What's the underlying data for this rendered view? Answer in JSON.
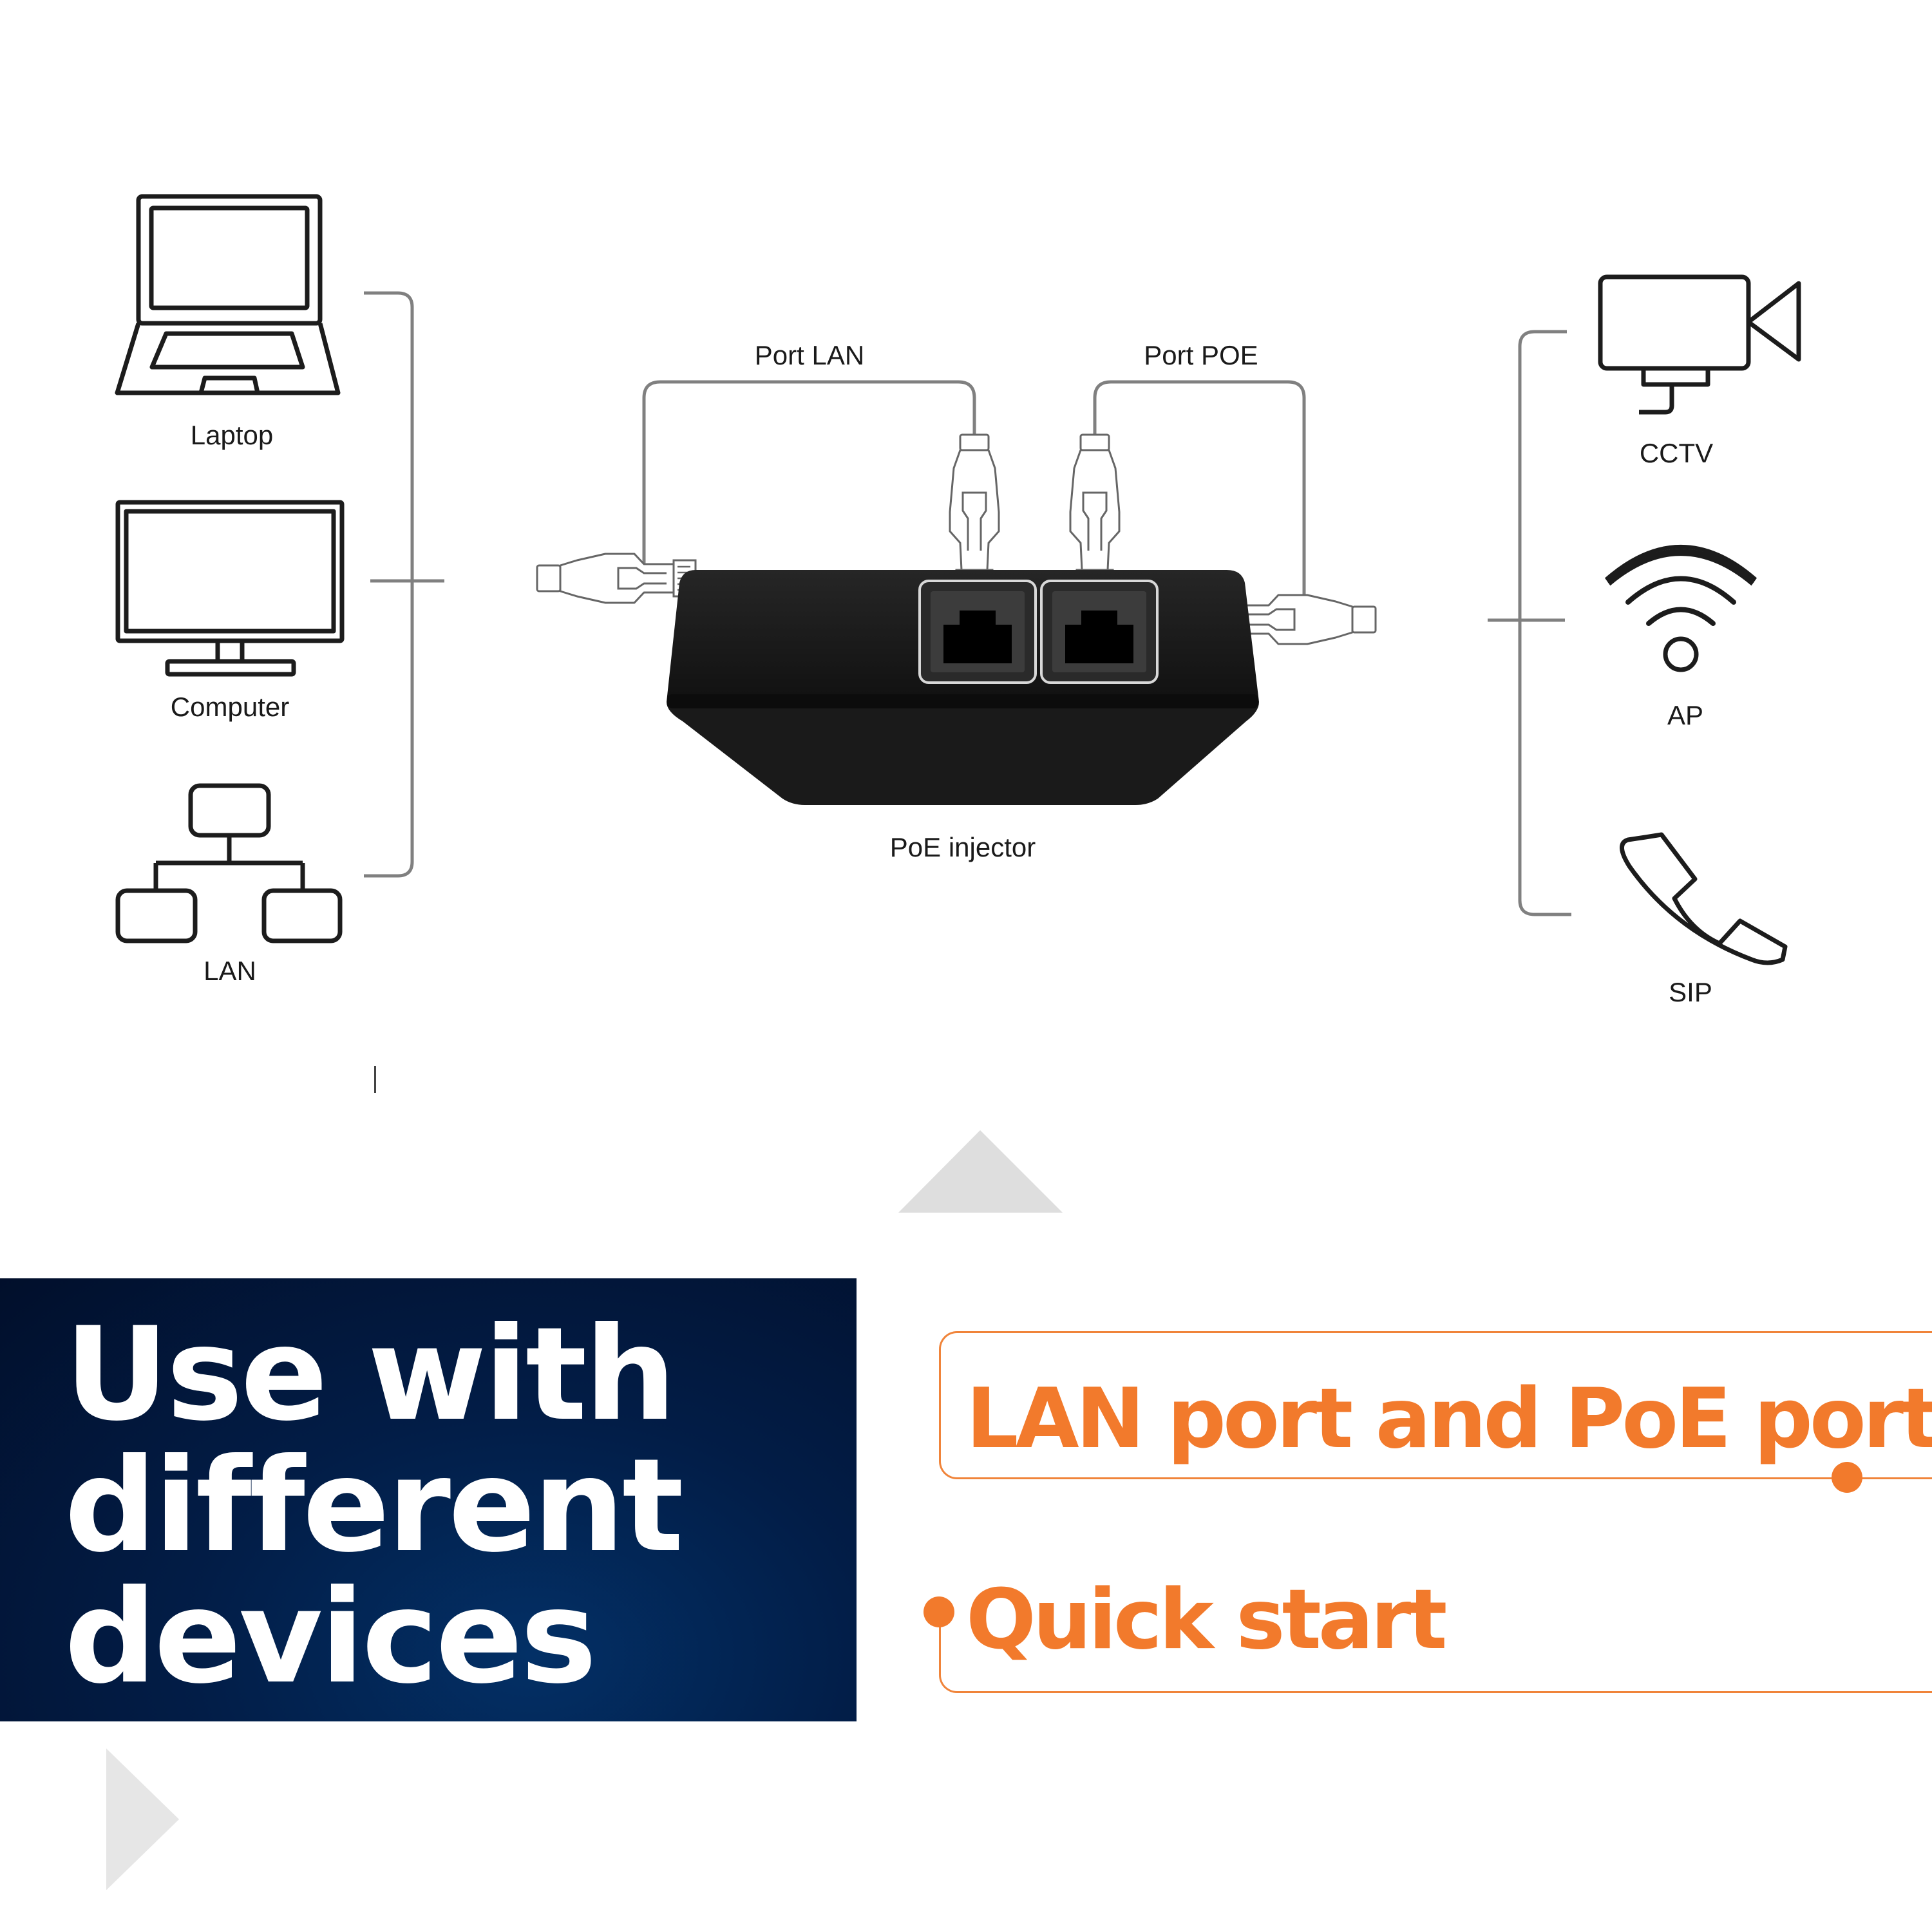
{
  "diagram": {
    "left_devices": [
      "Laptop",
      "Computer",
      "LAN"
    ],
    "right_devices": [
      "CCTV",
      "AP",
      "SIP"
    ],
    "port_labels": {
      "lan": "Port LAN",
      "poe": "Port POE"
    },
    "center_device": "PoE injector"
  },
  "headline": "Use with different devices",
  "features": [
    "LAN port and PoE port",
    "Quick start"
  ],
  "colors": {
    "accent": "#f27a2c",
    "navy": "#021d47",
    "line": "#808080",
    "device": "#1c1c1c"
  }
}
